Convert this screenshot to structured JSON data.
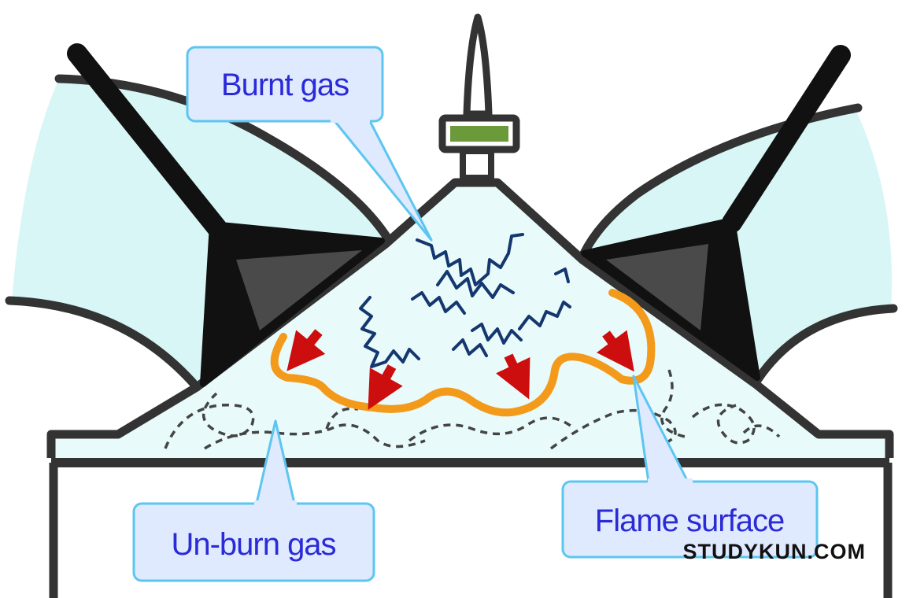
{
  "labels": {
    "burnt_gas": "Burnt gas",
    "unburn_gas": "Un-burn gas",
    "flame_surface": "Flame surface"
  },
  "watermark": "STUDYKUN.COM",
  "colors": {
    "chamber_fill": "#e9fafa",
    "port_fill": "#d8f6f6",
    "outline": "#333333",
    "valve": "#111111",
    "valve_face": "#4a4a4a",
    "spark_plug_band": "#6b9a3a",
    "flame": "#f39a1b",
    "arrow": "#cc0e0e",
    "burnt_swirl": "#13376e",
    "callout_fill": "#dfe9ff",
    "callout_border": "#5cc6f0",
    "callout_text": "#2a2ad6",
    "watermark": "#111111"
  }
}
